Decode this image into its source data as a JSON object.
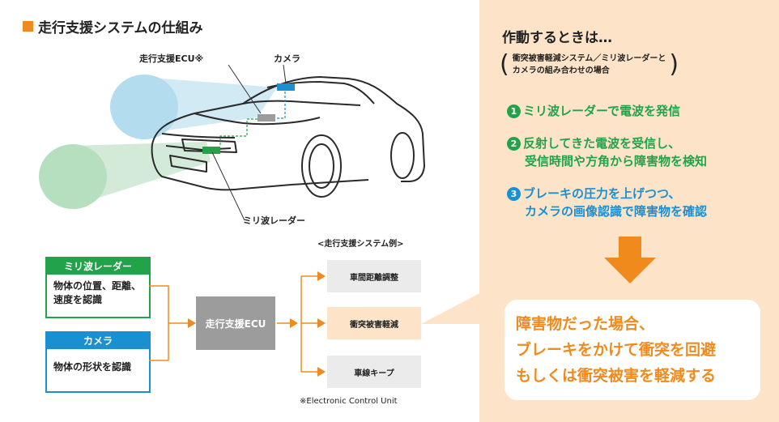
{
  "heading": "走行支援システムの仕組み",
  "callouts": {
    "ecu": "走行支援ECU※",
    "camera": "カメラ",
    "radar": "ミリ波レーダー"
  },
  "flow": {
    "radar_box": {
      "title": "ミリ波レーダー",
      "body": [
        "物体の位置、距離、",
        "速度を認識"
      ]
    },
    "camera_box": {
      "title": "カメラ",
      "body": [
        "物体の形状を認識"
      ]
    },
    "ecu_box": "走行支援ECU",
    "systems_title": "<走行支援システム例>",
    "systems": [
      "車間距離調整",
      "衝突被害軽減",
      "車線キープ"
    ],
    "footnote": "※Electronic Control Unit"
  },
  "panel": {
    "title": "作動するときは…",
    "paren_lines": [
      "衝突被害軽減システム／ミリ波レーダーと",
      "カメラの組み合わせの場合"
    ],
    "steps": [
      {
        "num": "1",
        "lines": [
          "ミリ波レーダーで電波を発信"
        ]
      },
      {
        "num": "2",
        "lines": [
          "反射してきた電波を受信し、",
          "受信時間や方角から障害物を検知"
        ]
      },
      {
        "num": "3",
        "lines": [
          "ブレーキの圧力を上げつつ、",
          "カメラの画像認識で障害物を確認"
        ]
      }
    ],
    "result_lines": [
      "障害物だった場合、",
      "ブレーキをかけて衝突を回避",
      "もしくは衝突被害を軽減する"
    ]
  },
  "colors": {
    "accent_orange": "#f08a1c",
    "radar_green": "#22a34a",
    "camera_blue": "#1a8fd1",
    "panel_bg": "#fde4c9",
    "ecu_gray": "#9c9c9c"
  }
}
